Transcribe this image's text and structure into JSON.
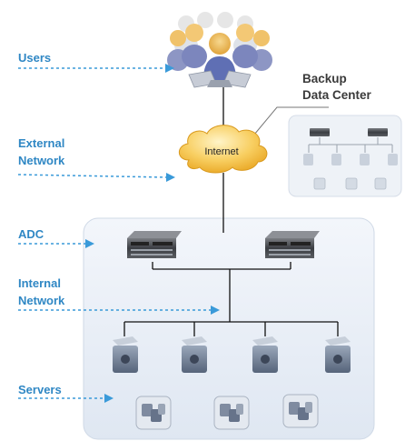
{
  "labels": {
    "users": "Users",
    "external_network_line1": "External",
    "external_network_line2": "Network",
    "adc": "ADC",
    "internal_network_line1": "Internal",
    "internal_network_line2": "Network",
    "servers": "Servers",
    "backup_line1": "Backup",
    "backup_line2": "Data Center",
    "internet": "Internet"
  },
  "icons": {
    "users": "users-group-icon",
    "internet": "cloud-icon",
    "adc": "adc-appliance-icon",
    "server": "server-icon",
    "virtual_server": "virtual-server-icon"
  },
  "colors": {
    "label_blue": "#2f87c4",
    "dash_blue": "#3a9ad9",
    "cloud_fill": "#f6c04a",
    "panel_fill": "#e9eff7",
    "line": "#111111"
  }
}
